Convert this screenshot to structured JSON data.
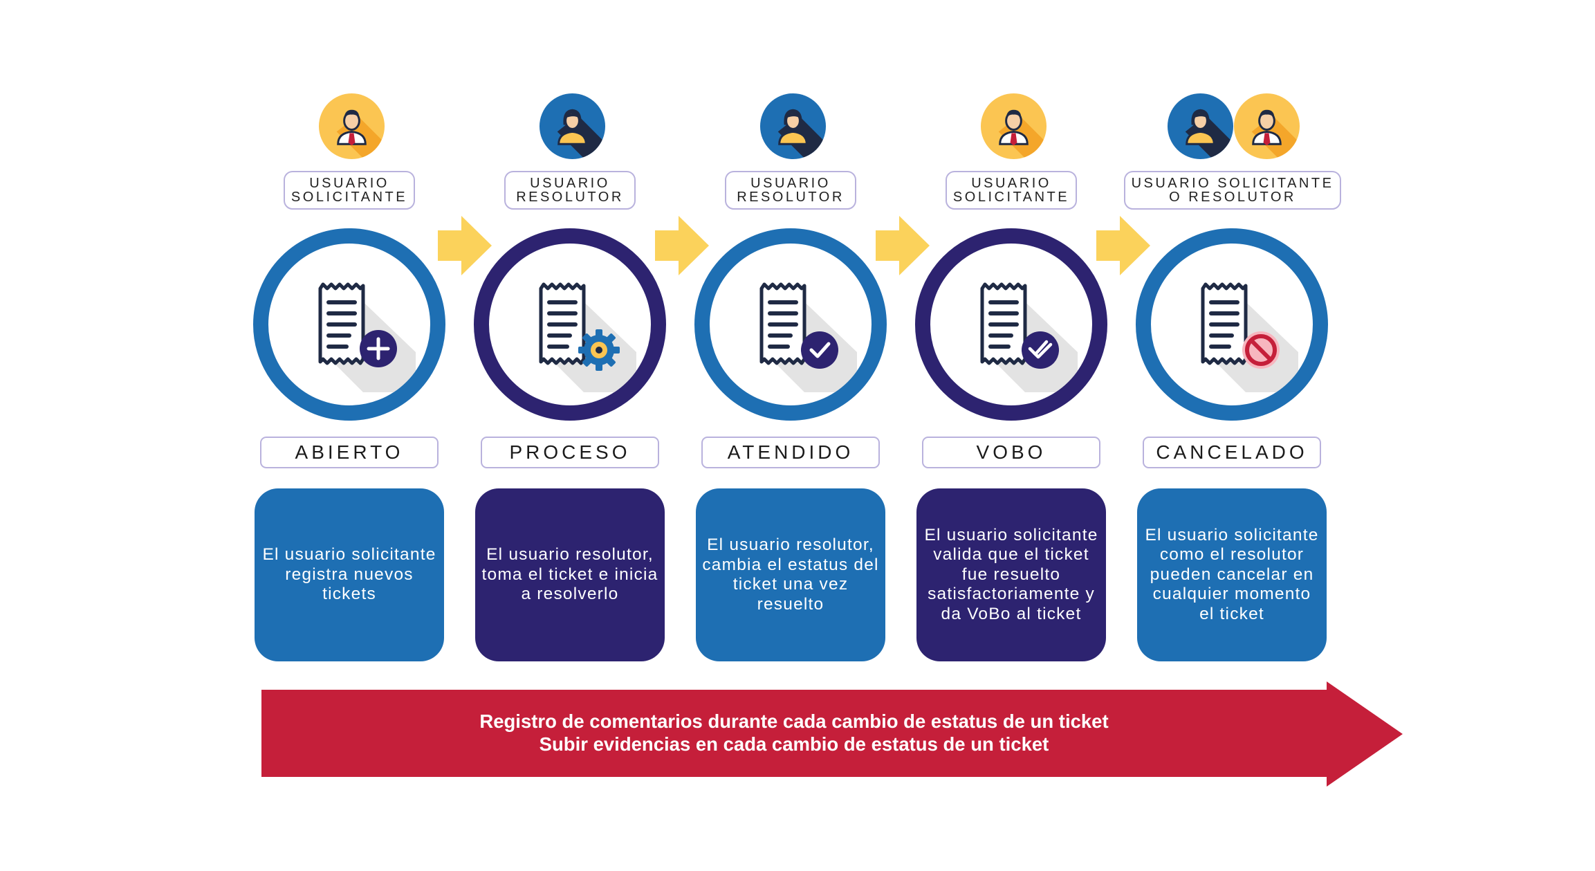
{
  "colors": {
    "blue": "#1e6fb3",
    "navy": "#2d2370",
    "yellow_arrow": "#fbd25b",
    "red_banner": "#c51f3a",
    "avatar_solicitante_bg": "#fbc552",
    "avatar_resolutor_bg": "#1e6fb3",
    "role_border": "#b9b2dd"
  },
  "steps": [
    {
      "role": "USUARIO\nSOLICITANTE",
      "avatars": [
        "solicitante-avatar-icon"
      ],
      "ring_color": "#1e6fb3",
      "icon": "document-add-icon",
      "status": "ABIERTO",
      "description": "El usuario solicitante registra nuevos tickets",
      "box_color": "#1e6fb3"
    },
    {
      "role": "USUARIO\nRESOLUTOR",
      "avatars": [
        "resolutor-avatar-icon"
      ],
      "ring_color": "#2d2370",
      "icon": "document-gear-icon",
      "status": "PROCESO",
      "description": "El usuario resolutor, toma el ticket e inicia a resolverlo",
      "box_color": "#2d2370"
    },
    {
      "role": "USUARIO\nRESOLUTOR",
      "avatars": [
        "resolutor-avatar-icon"
      ],
      "ring_color": "#1e6fb3",
      "icon": "document-check-icon",
      "status": "ATENDIDO",
      "description": "El usuario resolutor, cambia el estatus del ticket una vez resuelto",
      "box_color": "#1e6fb3"
    },
    {
      "role": "USUARIO\nSOLICITANTE",
      "avatars": [
        "solicitante-avatar-icon"
      ],
      "ring_color": "#2d2370",
      "icon": "document-double-check-icon",
      "status": "VOBO",
      "description": "El usuario solicitante valida que el ticket fue resuelto satisfactoriamente y da VoBo al ticket",
      "box_color": "#2d2370"
    },
    {
      "role": "USUARIO SOLICITANTE\nO RESOLUTOR",
      "avatars": [
        "resolutor-avatar-icon",
        "solicitante-avatar-icon"
      ],
      "ring_color": "#1e6fb3",
      "icon": "document-cancel-icon",
      "status": "CANCELADO",
      "description": "El usuario solicitante como el resolutor pueden cancelar en cualquier momento el ticket",
      "box_color": "#1e6fb3"
    }
  ],
  "banner": {
    "line1": "Registro de comentarios durante cada cambio de estatus de un ticket",
    "line2": "Subir evidencias en cada cambio de estatus de un ticket"
  }
}
